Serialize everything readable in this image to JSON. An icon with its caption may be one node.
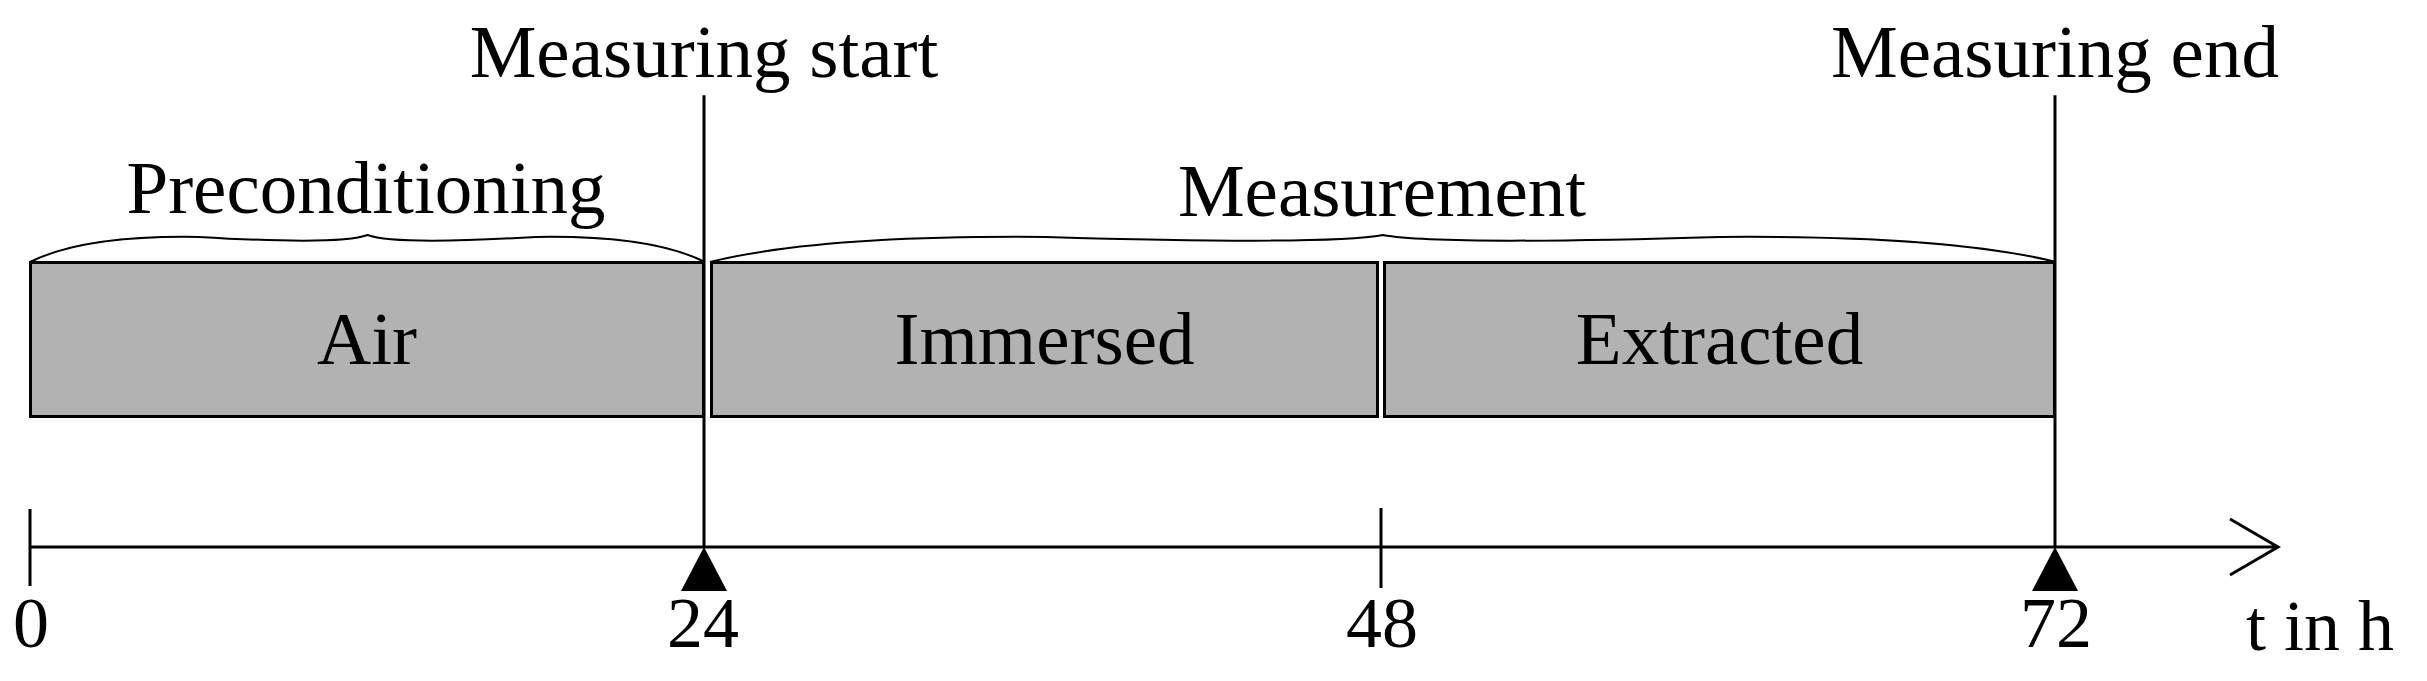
{
  "diagram": {
    "nodes": [
      {
        "text": [
          "Measuring start"
        ]
      },
      {
        "text": [
          "Measuring end"
        ]
      },
      {
        "text": [
          "Air"
        ]
      },
      {
        "text": [
          "Immersed"
        ]
      },
      {
        "text": [
          "Extracted"
        ]
      },
      {
        "text": [],
        "shape": "triangle"
      },
      {
        "text": [],
        "shape": "triangle"
      }
    ],
    "edges": [
      {
        "from": 0,
        "to": 5,
        "arrow": "none"
      },
      {
        "from": 1,
        "to": 6,
        "arrow": "none"
      }
    ],
    "labels": [
      "Preconditioning",
      "Measurement",
      "0",
      "24",
      "48",
      "72",
      "t in h"
    ]
  }
}
